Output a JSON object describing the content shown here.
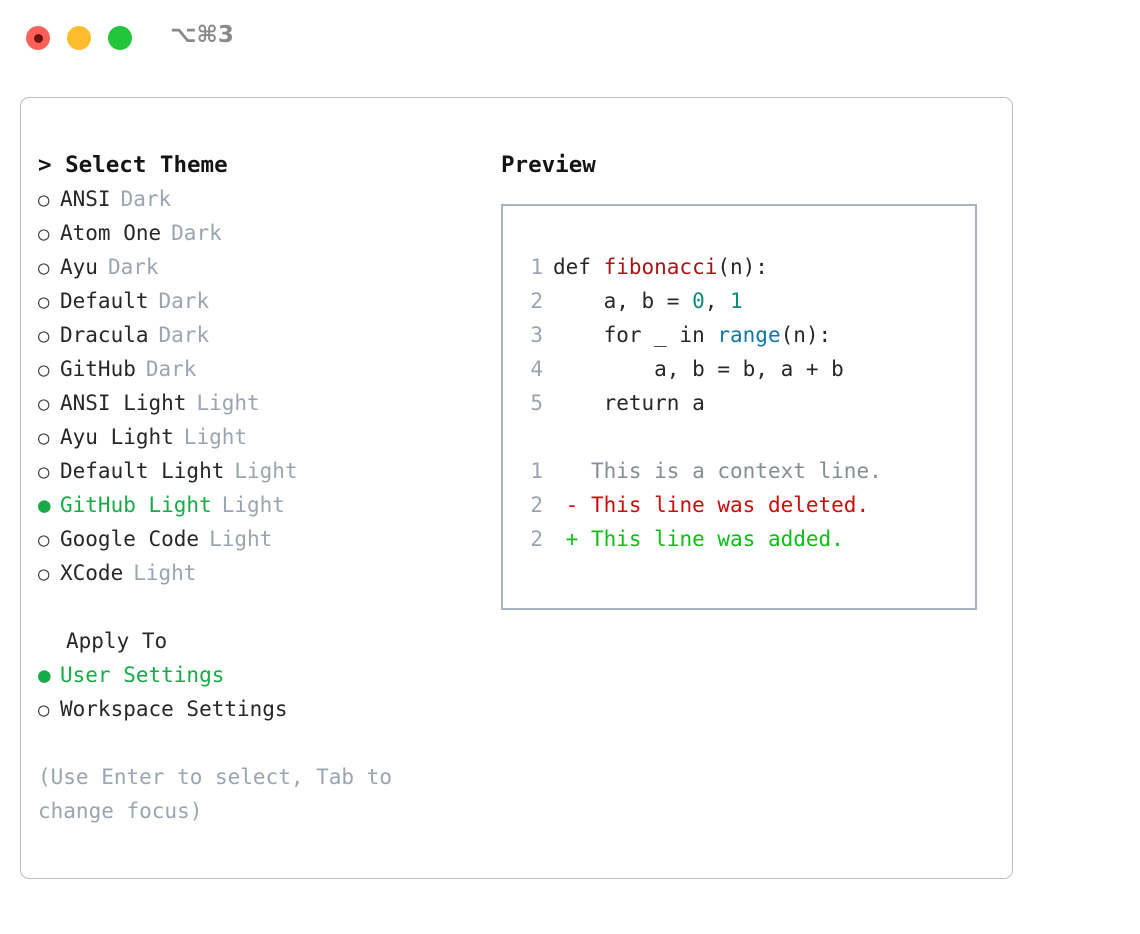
{
  "titlebar": {
    "shortcut": "⌥⌘3",
    "lights": [
      {
        "name": "close",
        "color": "#ff6159"
      },
      {
        "name": "minimize",
        "color": "#ffbd2e"
      },
      {
        "name": "maximize",
        "color": "#21c63a"
      }
    ]
  },
  "left": {
    "heading_caret": ">",
    "heading": "Select Theme",
    "bullet_off": "○",
    "bullet_on": "●",
    "themes": [
      {
        "name": "ANSI",
        "tag": "Dark",
        "selected": false
      },
      {
        "name": "Atom One",
        "tag": "Dark",
        "selected": false
      },
      {
        "name": "Ayu",
        "tag": "Dark",
        "selected": false
      },
      {
        "name": "Default",
        "tag": "Dark",
        "selected": false
      },
      {
        "name": "Dracula",
        "tag": "Dark",
        "selected": false
      },
      {
        "name": "GitHub",
        "tag": "Dark",
        "selected": false
      },
      {
        "name": "ANSI Light",
        "tag": "Light",
        "selected": false
      },
      {
        "name": "Ayu Light",
        "tag": "Light",
        "selected": false
      },
      {
        "name": "Default Light",
        "tag": "Light",
        "selected": false
      },
      {
        "name": "GitHub Light",
        "tag": "Light",
        "selected": true
      },
      {
        "name": "Google Code",
        "tag": "Light",
        "selected": false
      },
      {
        "name": "XCode",
        "tag": "Light",
        "selected": false
      }
    ],
    "apply_to_title": "Apply To",
    "apply_options": [
      {
        "label": "User Settings",
        "selected": true
      },
      {
        "label": "Workspace Settings",
        "selected": false
      }
    ],
    "hint": "(Use Enter to select, Tab to change focus)"
  },
  "right": {
    "preview_title": "Preview",
    "code_lines": [
      {
        "no": "1",
        "tokens": [
          {
            "t": "def ",
            "c": "plain"
          },
          {
            "t": "fibonacci",
            "c": "fn"
          },
          {
            "t": "(n):",
            "c": "plain"
          }
        ]
      },
      {
        "no": "2",
        "tokens": [
          {
            "t": "    a, b = ",
            "c": "plain"
          },
          {
            "t": "0",
            "c": "num"
          },
          {
            "t": ", ",
            "c": "plain"
          },
          {
            "t": "1",
            "c": "num"
          }
        ]
      },
      {
        "no": "3",
        "tokens": [
          {
            "t": "    for _ in ",
            "c": "plain"
          },
          {
            "t": "range",
            "c": "bi"
          },
          {
            "t": "(n):",
            "c": "plain"
          }
        ]
      },
      {
        "no": "4",
        "tokens": [
          {
            "t": "        a, b = b, a + b",
            "c": "plain"
          }
        ]
      },
      {
        "no": "5",
        "tokens": [
          {
            "t": "    return a",
            "c": "plain"
          }
        ]
      }
    ],
    "diff_lines": [
      {
        "no": "1",
        "marker": " ",
        "text": "This is a context line.",
        "kind": "ctx"
      },
      {
        "no": "2",
        "marker": "-",
        "text": "This line was deleted.",
        "kind": "del"
      },
      {
        "no": "2",
        "marker": "+",
        "text": "This line was added.",
        "kind": "add"
      }
    ]
  },
  "colors": {
    "selected_green": "#16ab47",
    "tag_gray": "#9aa5b1",
    "fn_red": "#a81414",
    "num_teal": "#0b8b80",
    "builtin_blue": "#1177ab",
    "diff_del": "#cc0b0b",
    "diff_add": "#0bbf15",
    "panel_border": "#b7bfc9",
    "preview_border": "#a9b2bf"
  }
}
